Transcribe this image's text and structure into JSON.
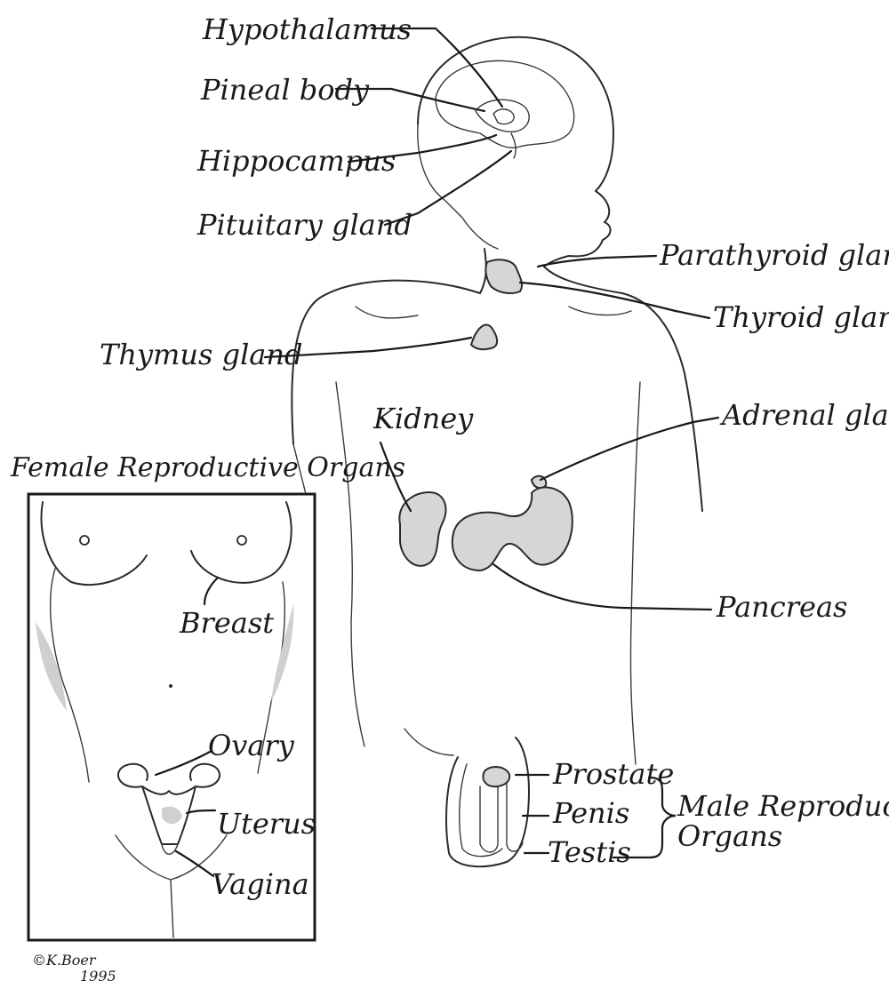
{
  "labels": {
    "hypothalamus": "Hypothalamus",
    "pineal": "Pineal body",
    "hippocampus": "Hippocampus",
    "pituitary": "Pituitary gland",
    "parathyroid": "Parathyroid gland",
    "thyroid": "Thyroid gland",
    "thymus": "Thymus gland",
    "kidney": "Kidney",
    "adrenal": "Adrenal gland",
    "pancreas": "Pancreas",
    "prostate": "Prostate",
    "penis": "Penis",
    "testis": "Testis",
    "male_line1": "Male Reproductive",
    "male_line2": "Organs"
  },
  "female_panel": {
    "title": "Female Reproductive Organs",
    "breast": "Breast",
    "ovary": "Ovary",
    "uterus": "Uterus",
    "vagina": "Vagina"
  },
  "signature": {
    "name": "©K.Boer",
    "year": "1995"
  }
}
